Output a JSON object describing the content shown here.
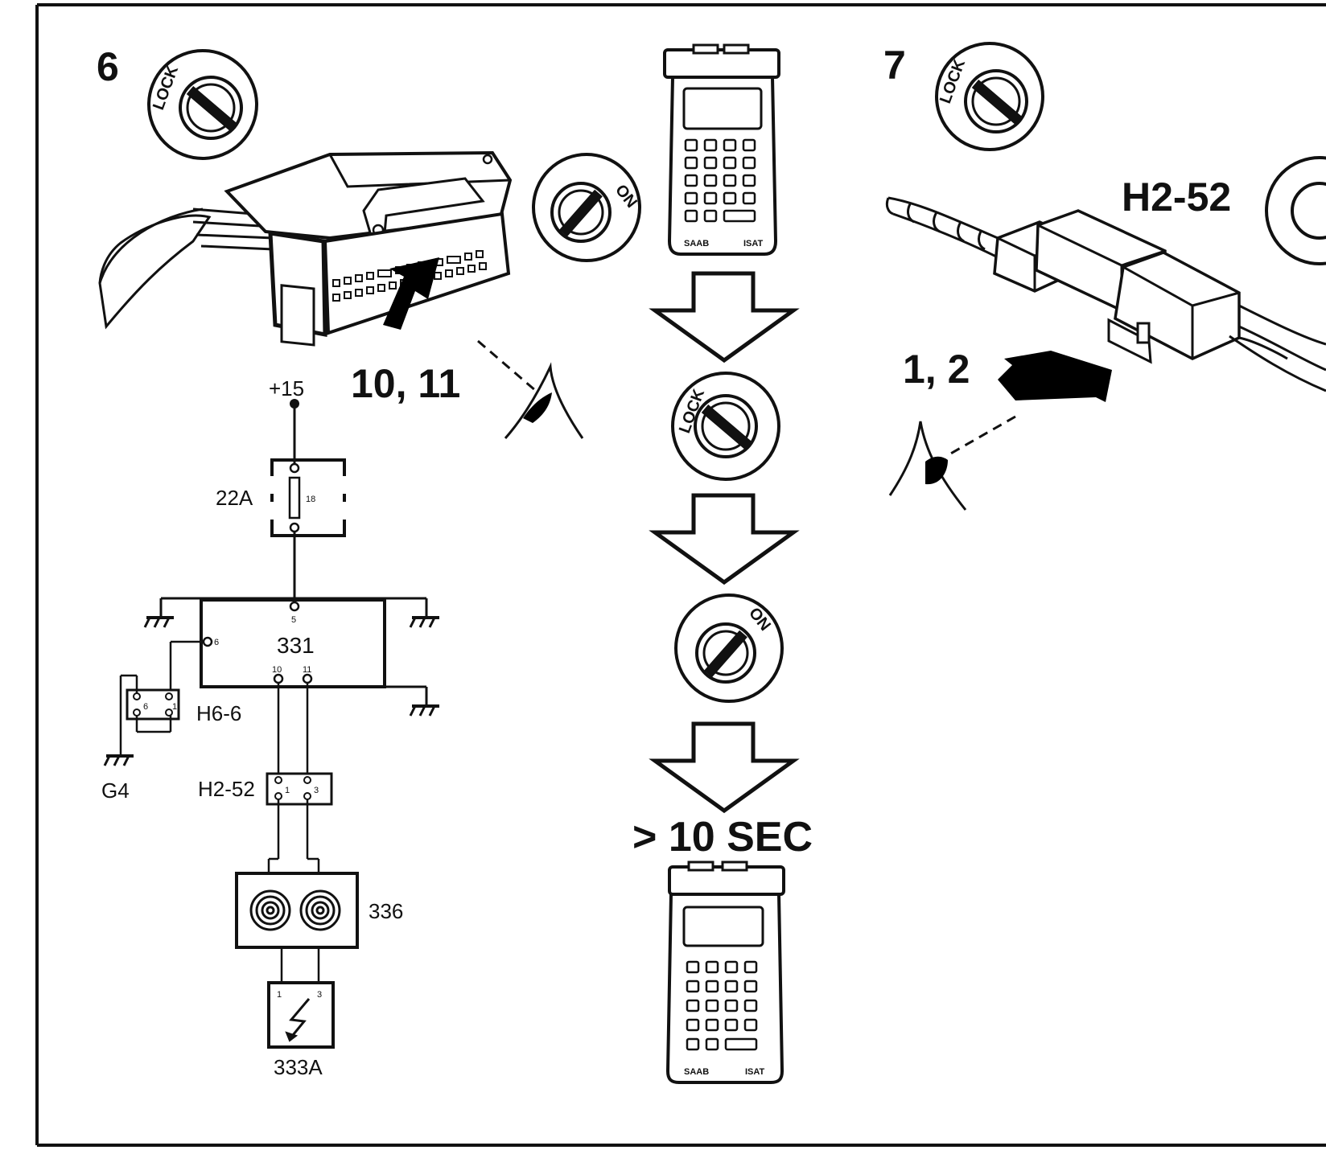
{
  "step_6": {
    "number": "6",
    "pins_label": "10, 11",
    "lock_label": "LOCK",
    "on_label": "ON"
  },
  "step_7": {
    "number": "7",
    "connector_label": "H2-52",
    "pins_label": "1, 2",
    "lock_label": "LOCK"
  },
  "sequence": {
    "lock_label": "LOCK",
    "on_label": "ON",
    "duration_label": "> 10 SEC"
  },
  "tester": {
    "brand": "SAAB",
    "model": "ISAT"
  },
  "schematic": {
    "supply": "+15",
    "fuse_box": "22A",
    "fuse_number": "18",
    "control_module": "331",
    "module_pins": {
      "p5": "5",
      "p6": "6",
      "p10": "10",
      "p11": "11"
    },
    "connector_h6": "H6-6",
    "h6_pins": {
      "a": "6",
      "b": "1"
    },
    "ground": "G4",
    "connector_h2": "H2-52",
    "h2_pins": {
      "a": "1",
      "b": "3"
    },
    "contact_reel": "336",
    "airbag": "333A",
    "airbag_pins": {
      "a": "1",
      "b": "3"
    }
  }
}
